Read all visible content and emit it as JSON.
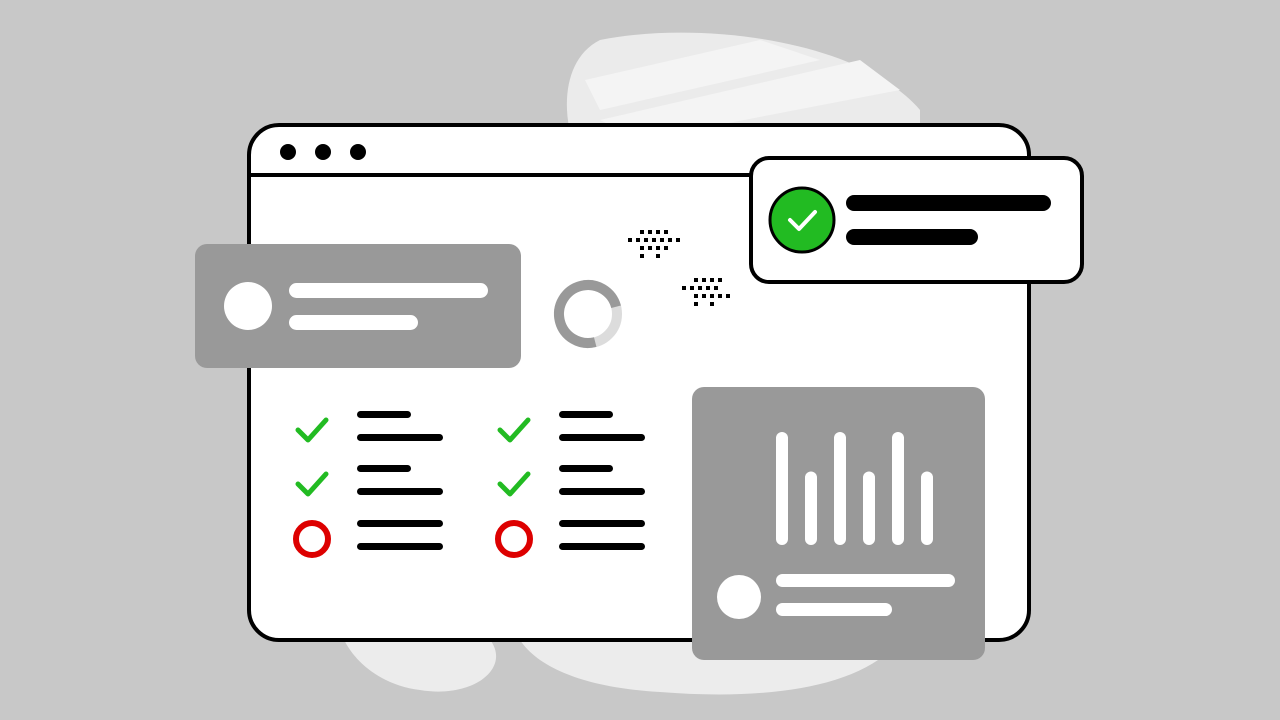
{
  "colors": {
    "background": "#c8c8c8",
    "window_fill": "#ffffff",
    "outline": "#000000",
    "card_gray": "#999999",
    "success_green": "#22bb22",
    "error_red": "#dd0000",
    "blob_white": "#ececec"
  },
  "window": {
    "control_dots": [
      "dot",
      "dot",
      "dot"
    ]
  },
  "checklist": {
    "columns": [
      {
        "items": [
          {
            "status": "done",
            "icon": "check-icon"
          },
          {
            "status": "done",
            "icon": "check-icon"
          },
          {
            "status": "pending",
            "icon": "empty-circle-icon"
          }
        ]
      },
      {
        "items": [
          {
            "status": "done",
            "icon": "check-icon"
          },
          {
            "status": "done",
            "icon": "check-icon"
          },
          {
            "status": "pending",
            "icon": "empty-circle-icon"
          }
        ]
      }
    ]
  },
  "chart_card": {
    "icon": "bar-chart-icon",
    "bar_levels": [
      1.0,
      0.65,
      1.0,
      0.65,
      1.0,
      0.65
    ]
  },
  "progress_ring": {
    "icon": "loading-ring-icon",
    "progress": 0.75
  },
  "notification": {
    "icon": "success-check-icon",
    "status": "success"
  }
}
